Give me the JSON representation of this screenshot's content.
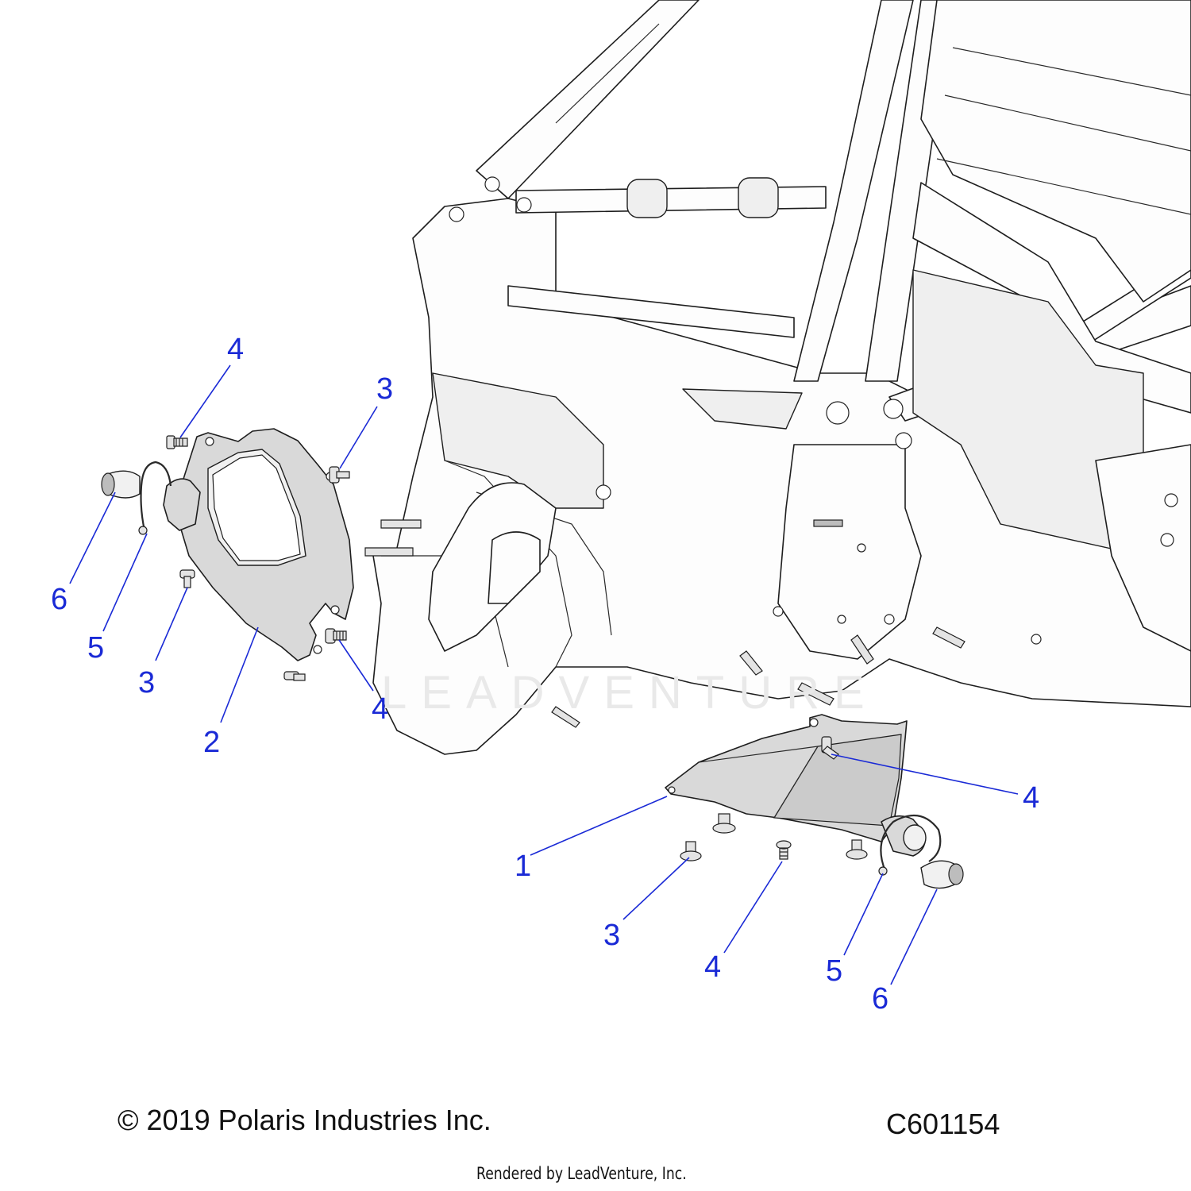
{
  "diagram": {
    "watermark": "LEADVENTURE",
    "callouts_left": [
      "4",
      "3",
      "6",
      "5",
      "3",
      "2",
      "4"
    ],
    "callouts_right": [
      "4",
      "1",
      "3",
      "4",
      "5",
      "6"
    ]
  },
  "footer": {
    "copyright": "© 2019 Polaris Industries Inc.",
    "drawing_number": "C601154",
    "rendered_by": "Rendered by LeadVenture, Inc."
  },
  "colors": {
    "callout": "#1a2ad6",
    "line": "#1e1e1e",
    "part_shade": "#d9d9d9"
  }
}
